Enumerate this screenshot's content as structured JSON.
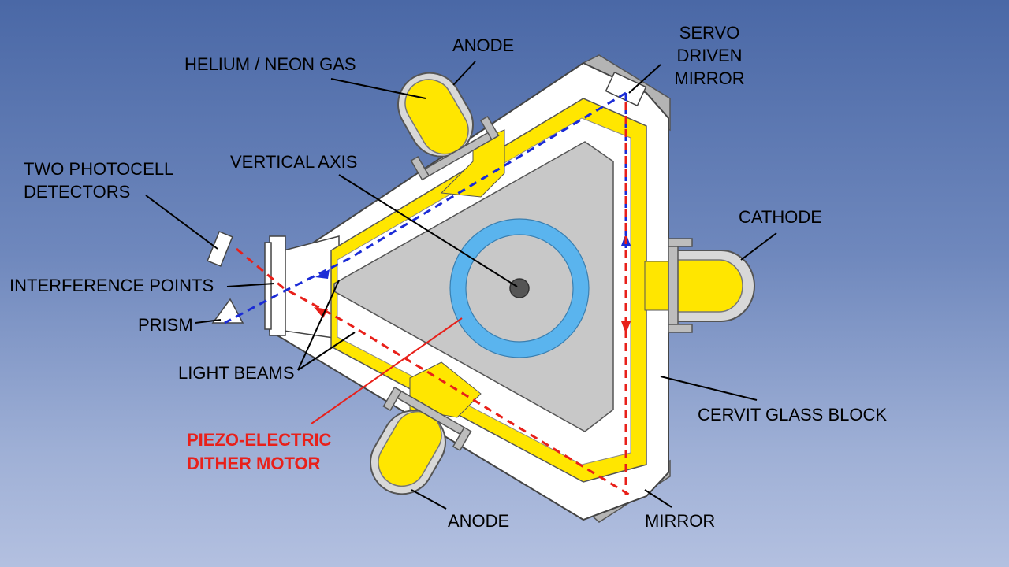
{
  "colors": {
    "background_top": "#4a68a6",
    "background_bottom": "#b3c0e0",
    "glass_block": "#ffffff",
    "gas_channel": "#ffe600",
    "inner_core": "#c8c8c8",
    "dither_ring": "#5ab4ee",
    "mirror_housing": "#b4b4b4",
    "beam_blue": "#1a2bd6",
    "beam_red": "#e8201a",
    "leader_line": "#000000",
    "label_highlight": "#e8201a"
  },
  "labels": {
    "anode_top": "ANODE",
    "servo_line1": "SERVO",
    "servo_line2": "DRIVEN",
    "servo_line3": "MIRROR",
    "helium_neon": "HELIUM / NEON GAS",
    "two_photocell_line1": "TWO PHOTOCELL",
    "two_photocell_line2": "DETECTORS",
    "vertical_axis": "VERTICAL AXIS",
    "cathode": "CATHODE",
    "interference_points": "INTERFERENCE POINTS",
    "prism": "PRISM",
    "light_beams": "LIGHT BEAMS",
    "cervit": "CERVIT GLASS BLOCK",
    "piezo_line1": "PIEZO-ELECTRIC",
    "piezo_line2": "DITHER MOTOR",
    "anode_bottom": "ANODE",
    "mirror": "MIRROR"
  }
}
